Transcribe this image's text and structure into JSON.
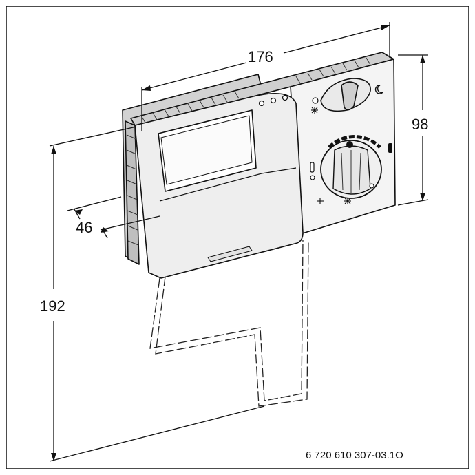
{
  "diagram": {
    "dimensions": {
      "width": "176",
      "height": "98",
      "depth": "46",
      "total_height": "192"
    },
    "drawing_number": "6 720 610 307-03.1O"
  },
  "colors": {
    "line": "#111111",
    "body_light": "#f2f2f2",
    "body_mid": "#dcdcdc",
    "body_dark": "#c4c4c4",
    "display": "#ffffff"
  },
  "icons": [
    "sun-icon",
    "moon-icon",
    "snowflake-icon",
    "flame-icon"
  ]
}
